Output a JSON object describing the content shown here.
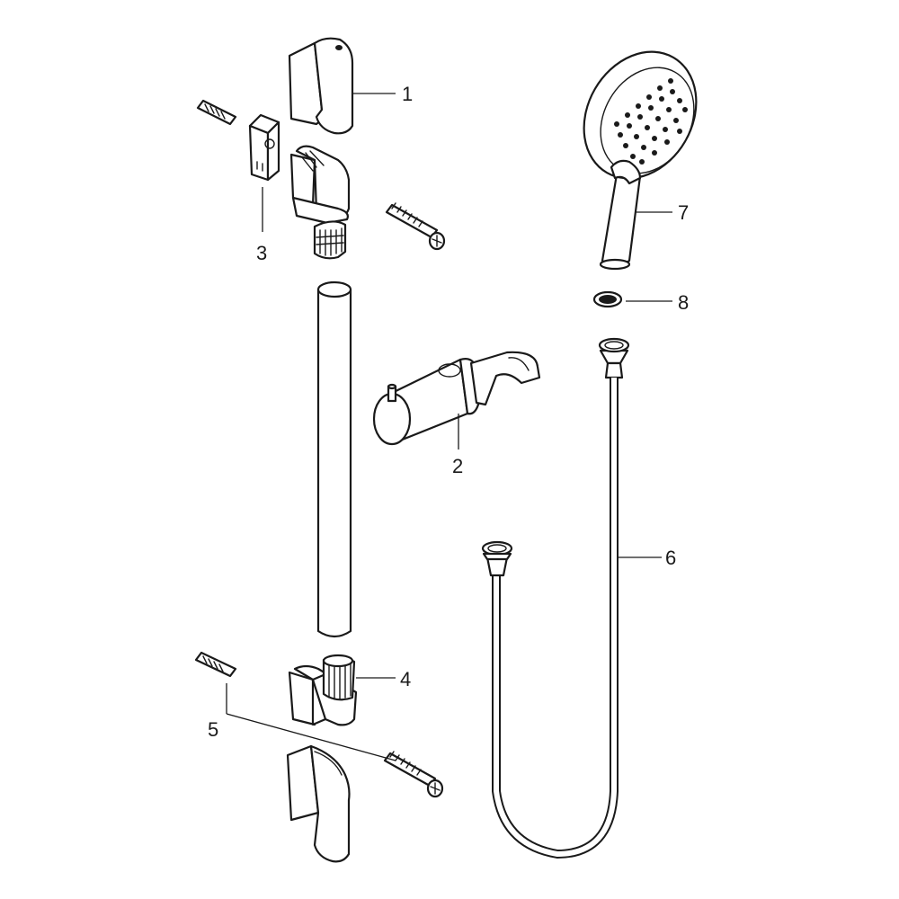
{
  "parts": [
    {
      "id": "part-1",
      "label": "1"
    },
    {
      "id": "part-2",
      "label": "2"
    },
    {
      "id": "part-3",
      "label": "3"
    },
    {
      "id": "part-4",
      "label": "4"
    },
    {
      "id": "part-5",
      "label": "5"
    },
    {
      "id": "part-6",
      "label": "6"
    },
    {
      "id": "part-7",
      "label": "7"
    },
    {
      "id": "part-8",
      "label": "8"
    }
  ]
}
